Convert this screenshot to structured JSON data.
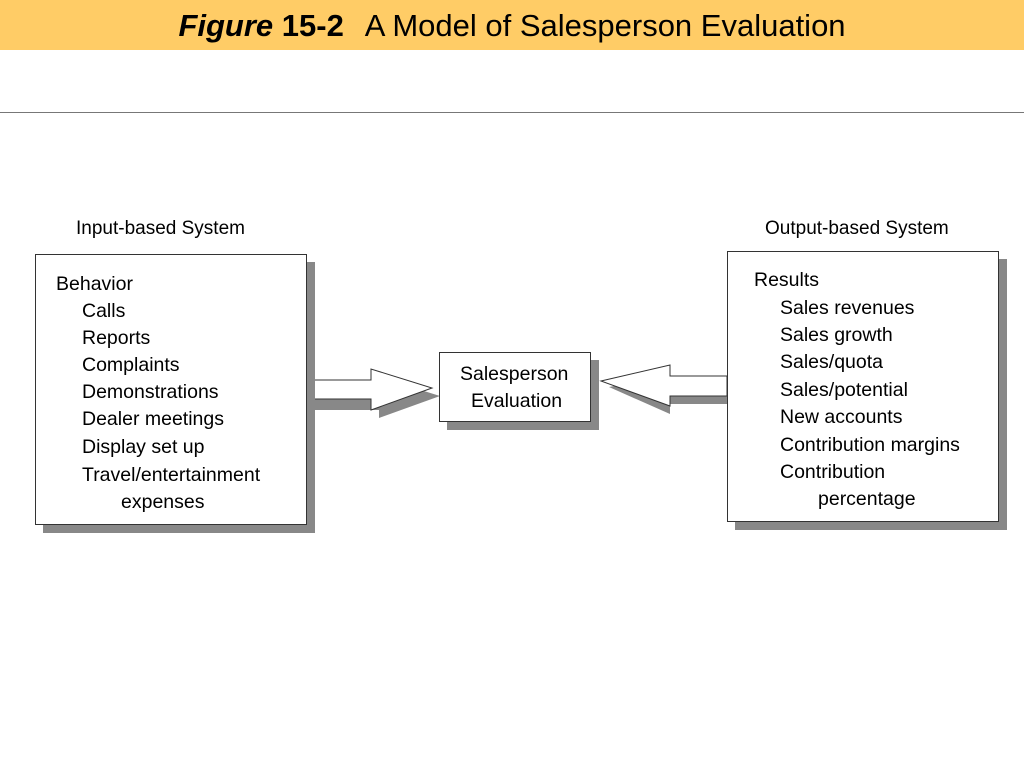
{
  "header": {
    "figure_word": "Figure",
    "figure_number": "15-2",
    "title": "A Model of Salesperson Evaluation",
    "background_color": "#ffcc66"
  },
  "diagram": {
    "left_system": {
      "heading": "Input-based System",
      "category": "Behavior",
      "items": [
        "Calls",
        "Reports",
        "Complaints",
        "Demonstrations",
        "Dealer meetings",
        "Display set up",
        "Travel/entertainment"
      ],
      "continuation": "expenses"
    },
    "center": {
      "line1": "Salesperson",
      "line2": "Evaluation"
    },
    "right_system": {
      "heading": "Output-based System",
      "category": "Results",
      "items": [
        "Sales revenues",
        "Sales growth",
        "Sales/quota",
        "Sales/potential",
        "New accounts",
        "Contribution margins",
        "Contribution"
      ],
      "continuation": "percentage"
    },
    "colors": {
      "shadow": "#888888",
      "border": "#333333"
    }
  }
}
